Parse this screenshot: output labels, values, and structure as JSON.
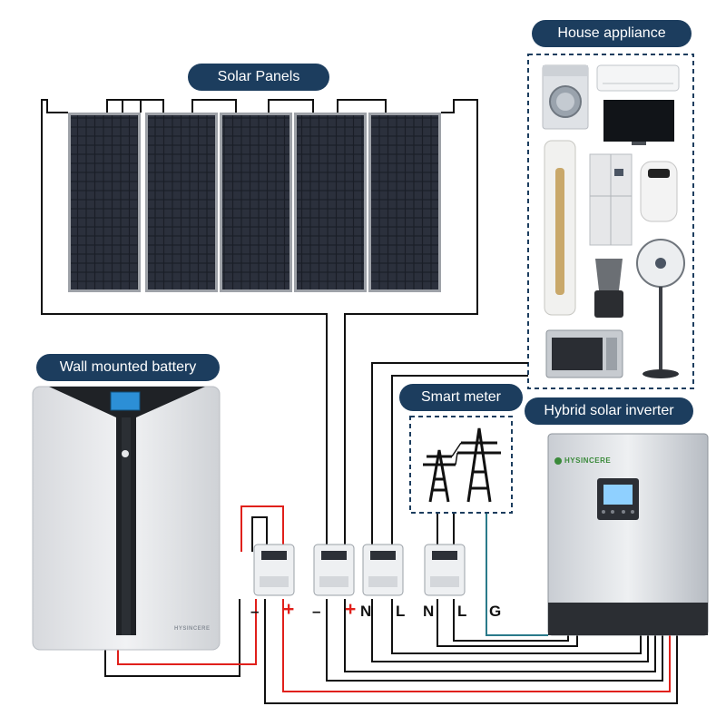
{
  "labels": {
    "solar_panels": "Solar Panels",
    "house_appliance": "House appliance",
    "wall_battery": "Wall mounted battery",
    "smart_meter": "Smart meter",
    "hybrid_inverter": "Hybrid solar inverter"
  },
  "terminals": {
    "battery_minus": "–",
    "battery_plus": "+",
    "pv_minus": "–",
    "pv_plus": "+",
    "n1": "N",
    "l1": "L",
    "n2": "N",
    "l2": "L",
    "g": "G"
  },
  "brand": {
    "inverter_logo": "HYSINCERE",
    "battery_logo": "HYSINCERE"
  },
  "colors": {
    "label_bg": "#1c3d5e",
    "wire_black": "#111111",
    "wire_red": "#e0201b",
    "wire_teal": "#2a7a8a",
    "dashed_border": "#1c3d5e"
  },
  "icons": {
    "tower": "power-tower-icon",
    "meter": "energy-meter-icon"
  }
}
